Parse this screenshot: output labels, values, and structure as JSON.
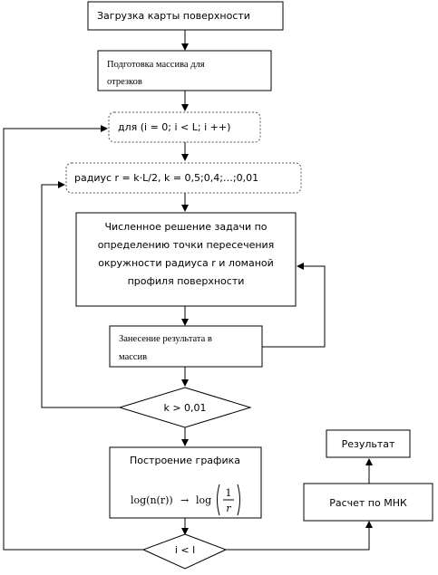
{
  "nodes": {
    "load": "Загрузка карты поверхности",
    "prepare_line1": "Подготовка массива для",
    "prepare_line2": "отрезков",
    "loop_i": "для (i = 0; i < L; i ++)",
    "loop_r": "радиус r = k·L/2, k = 0,5;0,4;…;0,01",
    "solve_line1": "Численное решение задачи по",
    "solve_line2": "определению точки пересечения",
    "solve_line3": "окружности радиуса r и ломаной",
    "solve_line4": "профиля поверхности",
    "store_line1": "Занесение результата в",
    "store_line2": "массив",
    "cond_k": "k > 0,01",
    "plot_title": "Построение графика",
    "plot_formula_left": "log(n(r))",
    "plot_formula_arrow": "→",
    "plot_formula_right": "log",
    "plot_formula_num": "1",
    "plot_formula_den": "r",
    "cond_i": "i < l",
    "mnk": "Расчет по МНК",
    "result": "Результат"
  }
}
